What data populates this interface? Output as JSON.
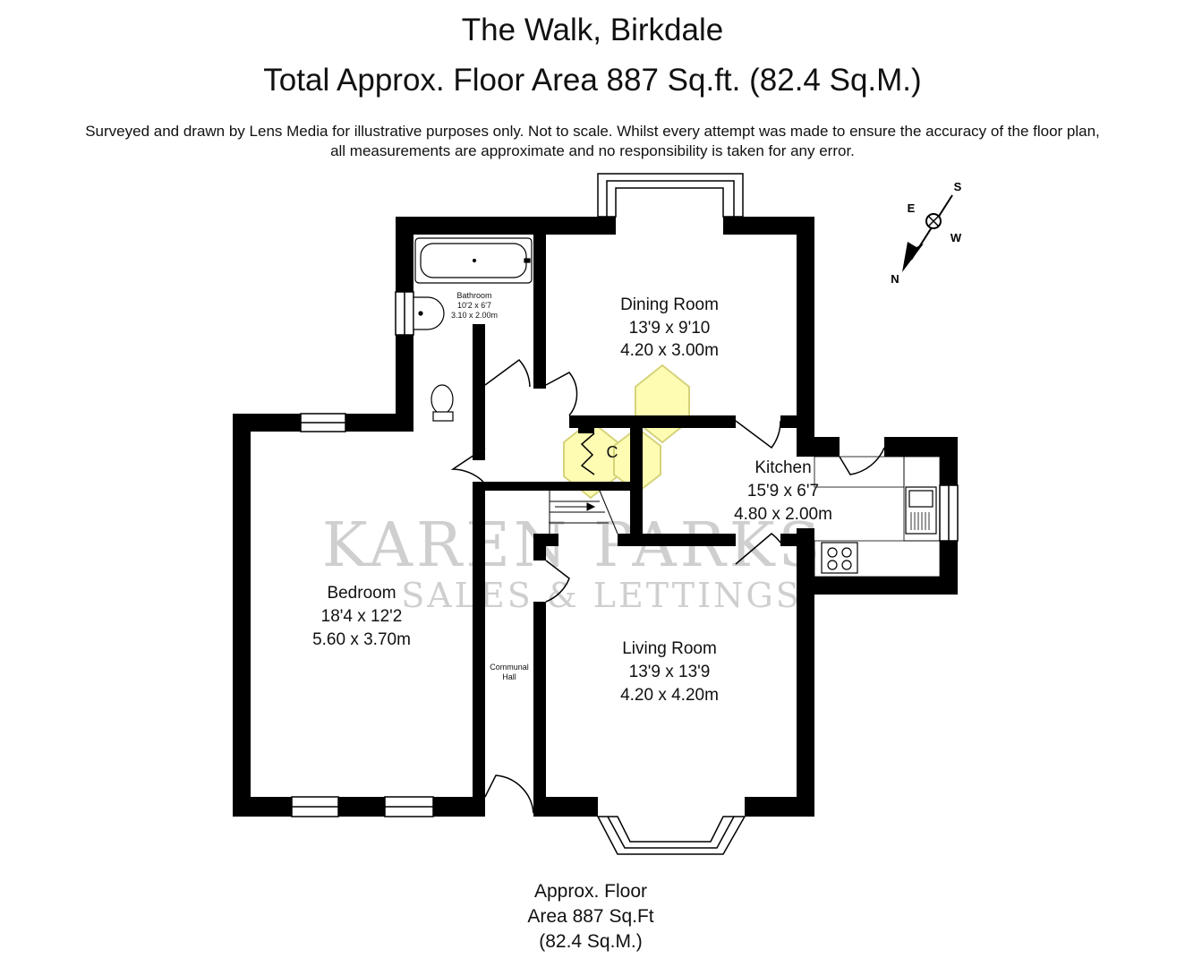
{
  "header": {
    "title": "The Walk, Birkdale",
    "subtitle": "Total Approx. Floor Area 887 Sq.ft. (82.4 Sq.M.)",
    "disclaimer_line1": "Surveyed and drawn by Lens Media for illustrative purposes only. Not to scale. Whilst every attempt was made to ensure the accuracy of the floor plan,",
    "disclaimer_line2": "all measurements are approximate and no responsibility is taken for any error."
  },
  "rooms": {
    "dining": {
      "name": "Dining Room",
      "imperial": "13'9 x 9'10",
      "metric": "4.20 x 3.00m"
    },
    "bathroom": {
      "name": "Bathroom",
      "imperial": "10'2 x 6'7",
      "metric": "3.10 x 2.00m"
    },
    "kitchen": {
      "name": "Kitchen",
      "imperial": "15'9 x 6'7",
      "metric": "4.80 x 2.00m"
    },
    "bedroom": {
      "name": "Bedroom",
      "imperial": "18'4 x 12'2",
      "metric": "5.60 x 3.70m"
    },
    "living": {
      "name": "Living Room",
      "imperial": "13'9 x 13'9",
      "metric": "4.20 x 4.20m"
    },
    "hall": {
      "name_line1": "Communal",
      "name_line2": "Hall"
    },
    "cupboard": {
      "label": "C"
    }
  },
  "compass": {
    "north": "N",
    "south": "S",
    "east": "E",
    "west": "W"
  },
  "watermark": {
    "line1": "KAREN PARKS",
    "line2": "SALES & LETTINGS"
  },
  "footer": {
    "line1": "Approx. Floor",
    "line2": "Area 887 Sq.Ft",
    "line3": "(82.4 Sq.M.)"
  },
  "colors": {
    "wall": "#000000",
    "logo_fill": "#fdfcb2",
    "logo_stroke": "#d6d27a",
    "watermark": "#cfcfcf",
    "window": "#ffffff"
  }
}
